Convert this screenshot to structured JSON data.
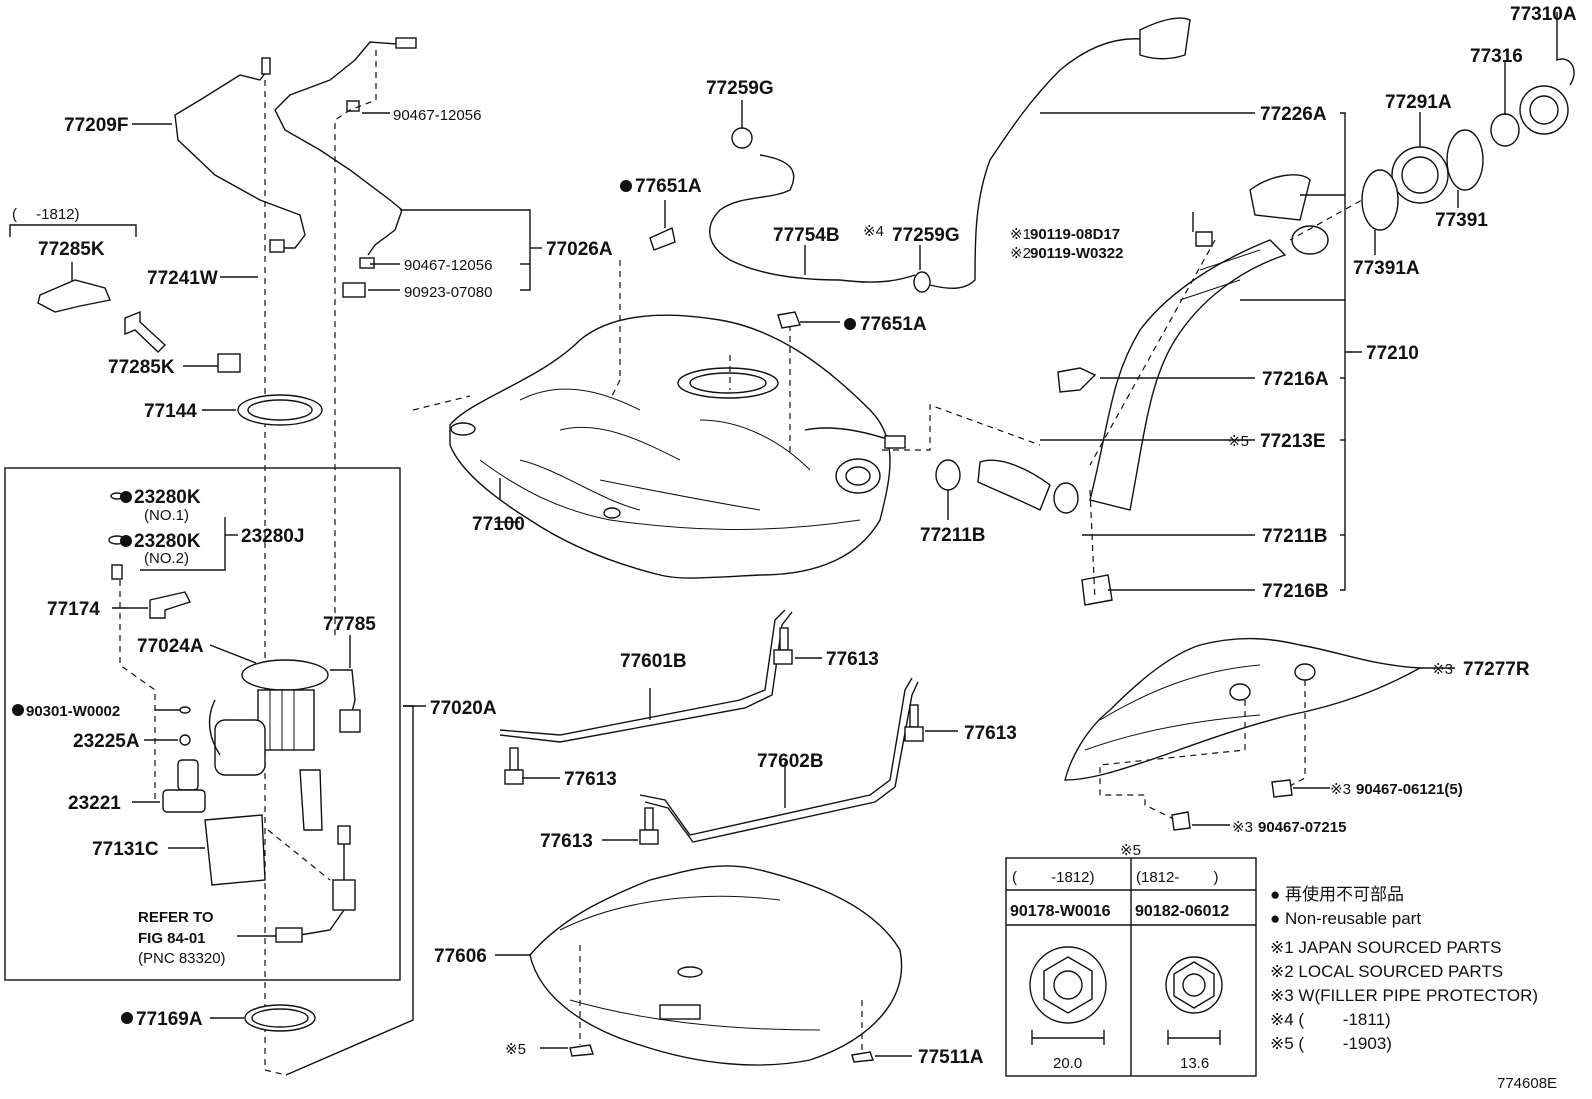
{
  "diagram_id": "774608E",
  "callouts": {
    "p77209F": "77209F",
    "p90467_12056a": "90467-12056",
    "p90467_12056b": "90467-12056",
    "p90923_07080": "90923-07080",
    "p77026A": "77026A",
    "p77241W": "77241W",
    "p77285K_range": "(　 -1812)",
    "p77285K_a": "77285K",
    "p77285K_b": "77285K",
    "p77144": "77144",
    "p23280K_1": "23280K",
    "p23280K_1_sub": "(NO.1)",
    "p23280K_2": "23280K",
    "p23280K_2_sub": "(NO.2)",
    "p23280J": "23280J",
    "p77174": "77174",
    "p77024A": "77024A",
    "p77785": "77785",
    "p90301": "90301-W0002",
    "p23225A": "23225A",
    "p23221": "23221",
    "p77131C": "77131C",
    "refer_1": "REFER TO",
    "refer_2": "FIG 84-01",
    "refer_3": "(PNC 83320)",
    "p77020A": "77020A",
    "p77169A": "77169A",
    "p77259G_top": "77259G",
    "p77651A_a": "77651A",
    "p77754B": "77754B",
    "p77259G_mid": "77259G",
    "p77259G_mid_mark": "※4",
    "p77651A_b": "77651A",
    "p77100": "77100",
    "p77226A": "77226A",
    "p77310A": "77310A",
    "p77316": "77316",
    "p77291A": "77291A",
    "p77391": "77391",
    "p77391A": "77391A",
    "p90119_08D17_mark": "※1",
    "p90119_08D17": "90119-08D17",
    "p90119_W0322_mark": "※2",
    "p90119_W0322": "90119-W0322",
    "p77210": "77210",
    "p77216A": "77216A",
    "p77213E_mark": "※5",
    "p77213E": "77213E",
    "p77211B_a": "77211B",
    "p77211B_b": "77211B",
    "p77216B": "77216B",
    "p77601B": "77601B",
    "p77613_a": "77613",
    "p77613_b": "77613",
    "p77613_c": "77613",
    "p77613_d": "77613",
    "p77602B": "77602B",
    "p77277R_mark": "※3",
    "p77277R": "77277R",
    "p90467_06121_mark": "※3",
    "p90467_06121": "90467-06121(5)",
    "p90467_07215_mark": "※3",
    "p90467_07215": "90467-07215",
    "p77606": "77606",
    "p5_mark": "※5",
    "p77511A": "77511A"
  },
  "table": {
    "title": "※5",
    "col1_range": "(　　 -1812)",
    "col2_range": "(1812-　　 )",
    "col1_part": "90178-W0016",
    "col2_part": "90182-06012",
    "col1_dim": "20.0",
    "col2_dim": "13.6"
  },
  "legend": {
    "line1": "● 再使用不可部品",
    "line2": "● Non-reusable part",
    "line3": "※1 JAPAN SOURCED PARTS",
    "line4": "※2 LOCAL SOURCED PARTS",
    "line5": "※3 W(FILLER PIPE PROTECTOR)",
    "line6": "※4 (　　 -1811)",
    "line7": "※5 (　　 -1903)"
  }
}
